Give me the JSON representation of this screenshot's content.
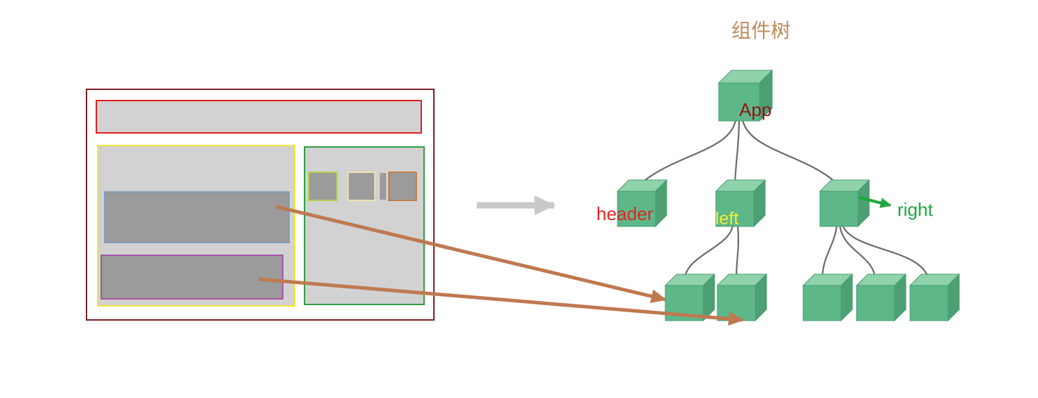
{
  "title": "组件树",
  "tree": {
    "app_label": "App",
    "header_label": "header",
    "left_label": "left",
    "right_label": "right"
  },
  "colors": {
    "title": "#bf8a58",
    "app-border": "#7d2127",
    "header-border": "#e02020",
    "left-border": "#f2e637",
    "right-border": "#2f9e44",
    "blue-border": "#7d9cc0",
    "purple-border": "#a855a8",
    "small1-border": "#b2d14b",
    "small2-border": "#eae0b0",
    "small3-border": "#bf7e4a",
    "panel-fill": "#d2d2d2",
    "block-fill": "#9b9b9b",
    "cube-front": "#5eb788",
    "cube-top": "#8fd2ab",
    "cube-side": "#4d9f74",
    "edge": "#6b6b6b",
    "gray-arrow": "#c9c9c9",
    "brown-arrow": "#bf7950",
    "green-arrow": "#1fa83c",
    "app-label": "#8f1616",
    "header-label": "#e02424",
    "left-label": "#f6ec35",
    "right-label": "#1ea83e"
  }
}
